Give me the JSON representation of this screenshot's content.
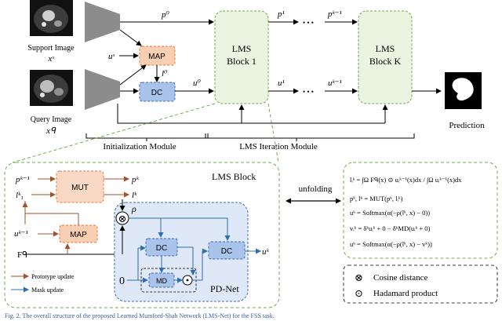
{
  "labels": {
    "support_image": "Support Image",
    "support_var": "xˢ",
    "query_image": "Query Image",
    "query_var": "xᑫ",
    "initialization_module": "Initialization Module",
    "lms_iteration_module": "LMS Iteration Module",
    "prediction": "Prediction",
    "map": "MAP",
    "dc": "DC",
    "lms_block_1_line1": "LMS",
    "lms_block_1_line2": "Block 1",
    "lms_block_k_line1": "LMS",
    "lms_block_k_line2": "Block K",
    "p0": "p⁰",
    "p1": "p¹",
    "pk_minus_1_top": "pᵏ⁻¹",
    "us": "uˢ",
    "l0": "l⁰",
    "u0": "u⁰",
    "u1": "u¹",
    "uk_minus_1_top": "uᵏ⁻¹",
    "ellipsis": "• • •",
    "unfolding": "unfolding"
  },
  "lms_block_detail": {
    "title": "LMS Block",
    "mut": "MUT",
    "map": "MAP",
    "dc": "DC",
    "md": "MD",
    "pd_net": "PD-Net",
    "zero": "0",
    "rho": "ρ",
    "pk_minus_1": "pᵏ⁻¹",
    "l_k_minus_1": "lᵏ₁",
    "uk_minus_1": "uᵏ⁻¹",
    "fq": "Fᑫ",
    "pk": "pᵏ",
    "lk": "lᵏ",
    "uk": "uᵏ",
    "legend_prototype": "Prototype update",
    "legend_mask": "Mask update"
  },
  "equations": [
    "lᵢᵏ = ∫Ω Fᑫ(x) ⊙ uᵢᵏ⁻¹(x)dx / ∫Ω uᵢᵏ⁻¹(x)dx",
    "pᵏ, lᵏ = MUT(pᵏ, lᵢᵏ)",
    "uᵏ = Softmax(α(−ρ(lᵏ, x) − 0))",
    "vᵢᵏ = δᵏuᵢᵏ + 0 − δᵏMD(uᵢᵏ + 0)",
    "uᵏ = Softmax(α(−ρ(lᵏ, x) − vᵏ))"
  ],
  "operators": {
    "cosine_symbol": "⊗",
    "cosine_label": "Cosine distance",
    "hadamard_symbol": "⊙",
    "hadamard_label": "Hadamard product"
  },
  "caption": "Fig. 2. The overall structure of the proposed Learned Mumford-Shah Network (LMS-Net) for the FSS task.",
  "colors": {
    "map_fill": "#f9cfb3",
    "map_stroke": "#e8773a",
    "dc_fill": "#aac3ea",
    "dc_stroke": "#3d6bbf",
    "mut_fill": "#f9d9c6",
    "lms_fill": "#ebf3e1",
    "lms_stroke": "#70ad47",
    "pdnet_fill": "#dfe8f6",
    "encoder_fill": "#8c8c8c",
    "prototype_arrow": "#a0522d",
    "mask_arrow": "#2e6db4",
    "caption_color": "#3a5fa6"
  }
}
